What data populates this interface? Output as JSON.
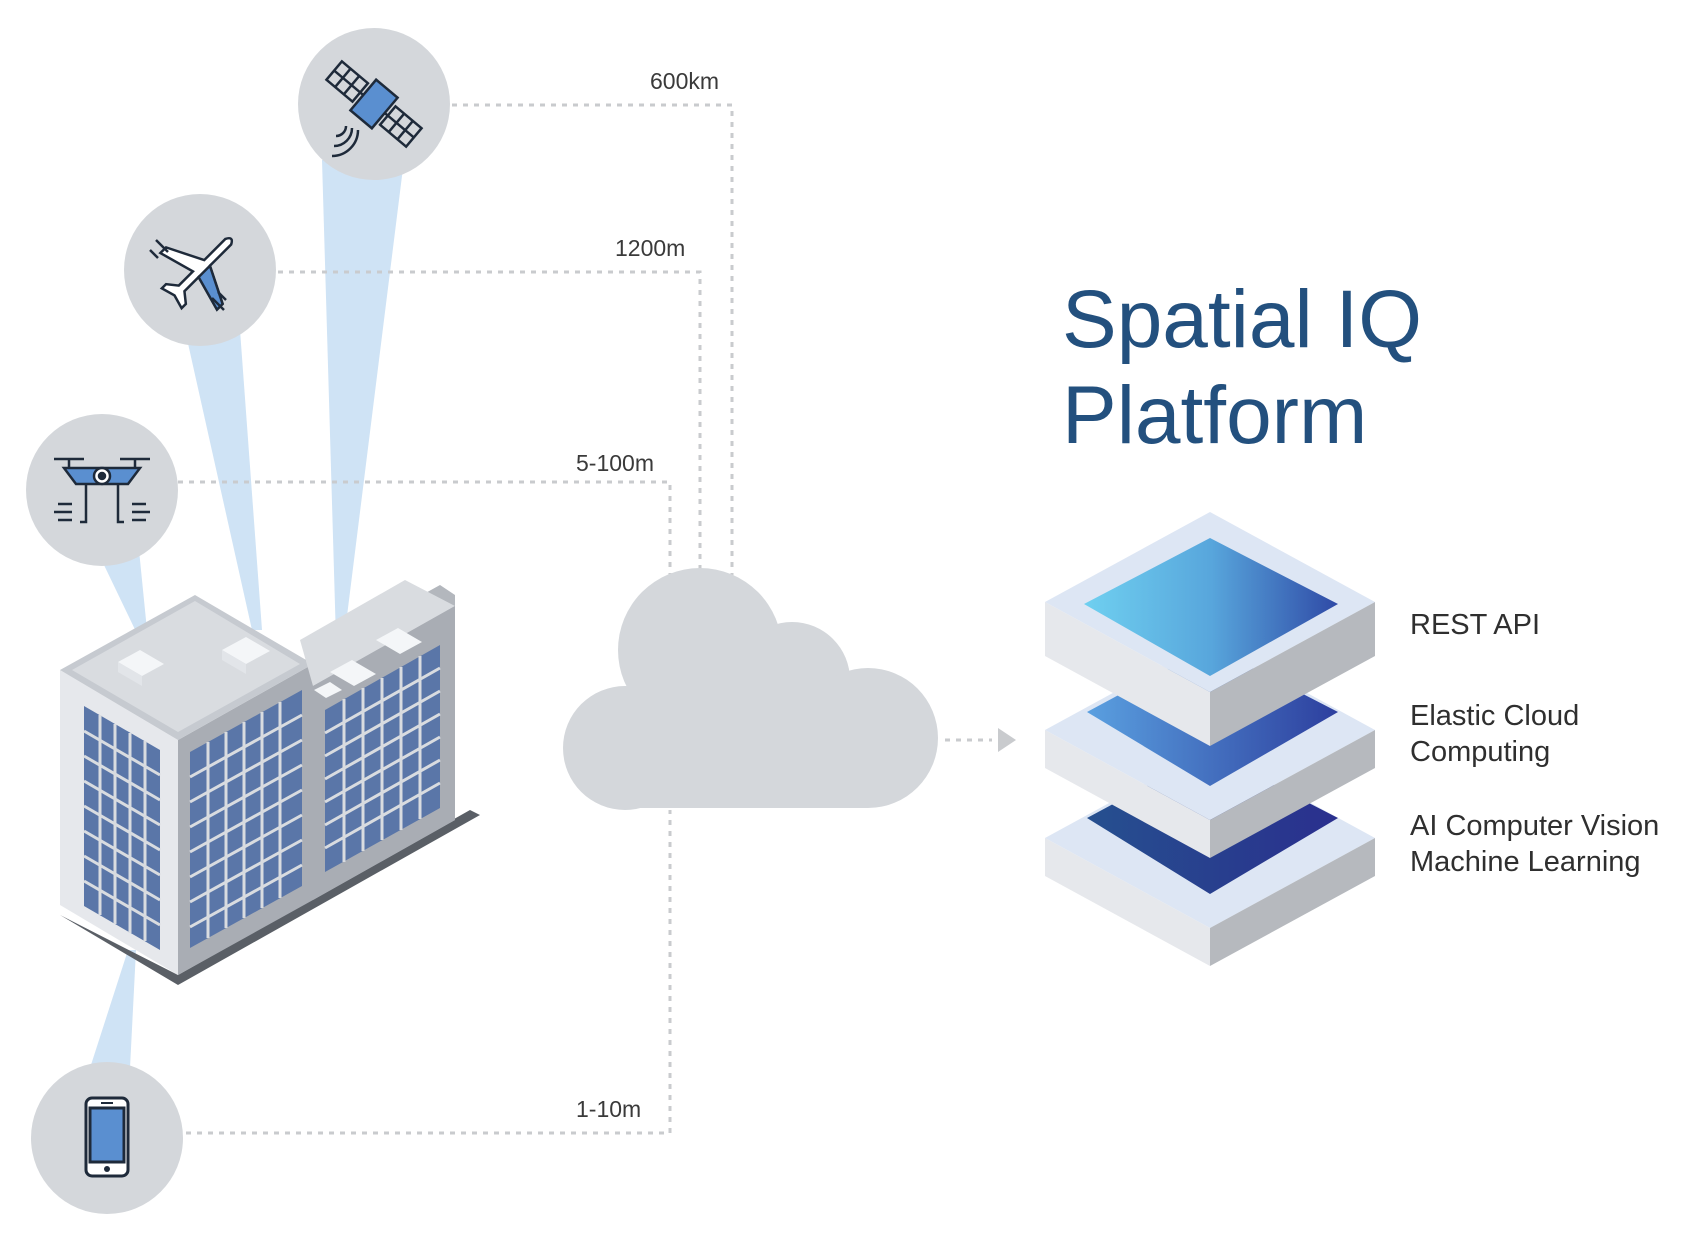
{
  "title": {
    "line1": "Spatial IQ",
    "line2": "Platform"
  },
  "sources": [
    {
      "name": "satellite",
      "icon": "satellite-icon",
      "distance": "600km"
    },
    {
      "name": "airplane",
      "icon": "airplane-icon",
      "distance": "1200m"
    },
    {
      "name": "drone",
      "icon": "drone-icon",
      "distance": "5-100m"
    },
    {
      "name": "smartphone",
      "icon": "smartphone-icon",
      "distance": "1-10m"
    }
  ],
  "layers": [
    {
      "label_line1": "REST API",
      "label_line2": ""
    },
    {
      "label_line1": "Elastic Cloud",
      "label_line2": "Computing"
    },
    {
      "label_line1": "AI Computer Vision",
      "label_line2": "Machine Learning"
    }
  ],
  "colors": {
    "title": "#23507e",
    "circle": "#d4d7db",
    "beam": "#cfe3f5",
    "cloud": "#d4d7db",
    "dotted": "#c9cbce",
    "icon_accent": "#5a8fd0"
  }
}
